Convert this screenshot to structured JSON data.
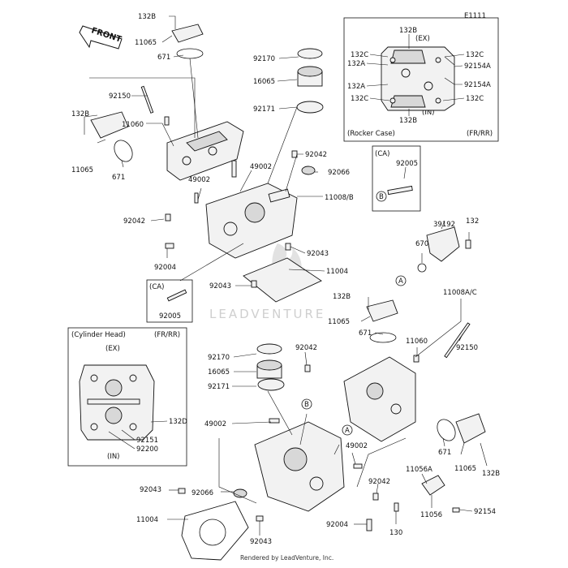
{
  "diagram_id": "E1111",
  "front_label": "FRONT",
  "watermark": "LEADVENTURE",
  "footer": "Rendered by LeadVenture, Inc.",
  "rocker_case_box": {
    "ex_label": "(EX)",
    "in_label": "(IN)",
    "title": "(Rocker Case)",
    "position": "(FR/RR)",
    "labels": [
      "132B",
      "132C",
      "132A",
      "132C",
      "92154A",
      "132A",
      "92154A",
      "132C",
      "132C",
      "132B"
    ]
  },
  "cylinder_head_box": {
    "title": "(Cylinder Head)",
    "position": "(FR/RR)",
    "ex_label": "(EX)",
    "in_label": "(IN)",
    "labels": [
      "132D",
      "92151",
      "92200"
    ]
  },
  "ca_box_upper": {
    "title": "(CA)",
    "part": "92005",
    "circle": "B"
  },
  "ca_box_lower": {
    "title": "(CA)",
    "part": "92005"
  },
  "callouts": {
    "p132B_top": "132B",
    "p11065_top": "11065",
    "p671_top": "671",
    "p92150_top": "92150",
    "p132B_left": "132B",
    "p11060_top": "11060",
    "p11065_left": "11065",
    "p671_left": "671",
    "p49002_a": "49002",
    "p49002_b": "49002",
    "p92170_top": "92170",
    "p16065_top": "16065",
    "p92171_top": "92171",
    "p92042_a": "92042",
    "p92066_a": "92066",
    "p11008B": "11008/B",
    "p92042_b": "92042",
    "p92004_a": "92004",
    "p92043_a": "92043",
    "p11004_a": "11004",
    "p92043_b": "92043",
    "p39192": "39192",
    "p132": "132",
    "p670": "670",
    "circle_A_right": "A",
    "p132B_mid": "132B",
    "p11065_mid": "11065",
    "p11008AC": "11008A/C",
    "p671_mid": "671",
    "p11060_mid": "11060",
    "p92150_mid": "92150",
    "p92170_low": "92170",
    "p92042_c": "92042",
    "p16065_low": "16065",
    "p92171_low": "92171",
    "circle_B_low": "B",
    "circle_A_low": "A",
    "p49002_c": "49002",
    "p49002_d": "49002",
    "p671_low": "671",
    "p11065_low": "11065",
    "p132B_low": "132B",
    "p11056A": "11056A",
    "p92043_c": "92043",
    "p92066_b": "92066",
    "p92042_d": "92042",
    "p11004_b": "11004",
    "p92004_b": "92004",
    "p130": "130",
    "p11056": "11056",
    "p92154": "92154",
    "p92043_d": "92043"
  }
}
